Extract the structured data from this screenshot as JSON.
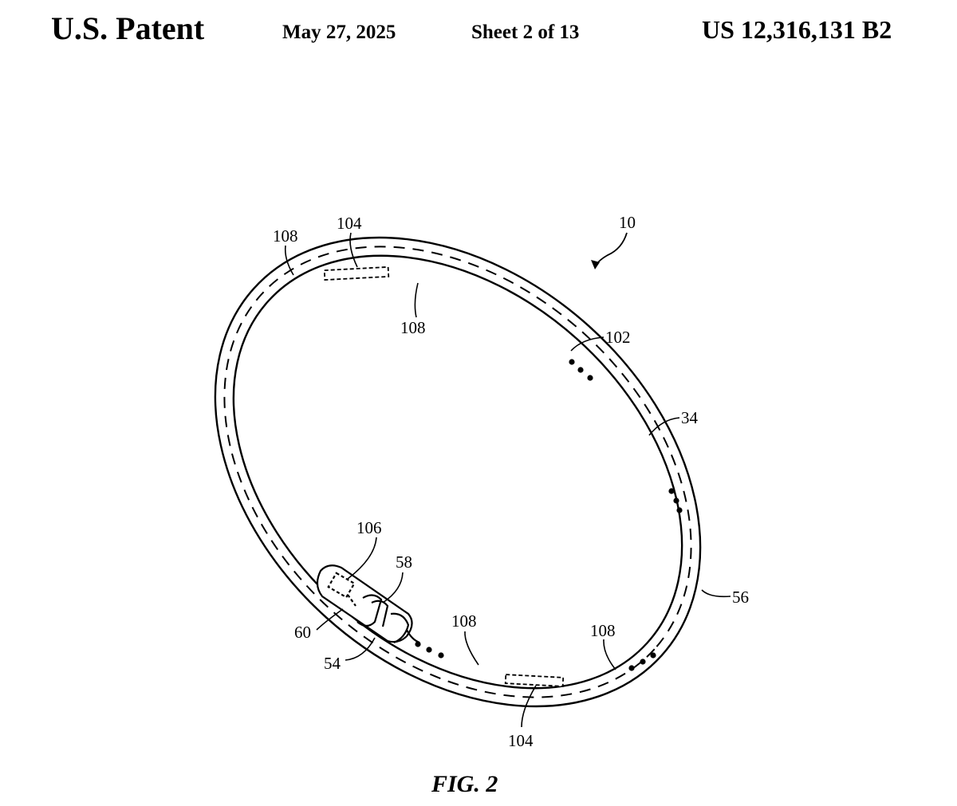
{
  "header": {
    "title": "U.S. Patent",
    "date": "May 27, 2025",
    "sheet": "Sheet 2 of 13",
    "patent_number": "US 12,316,131 B2"
  },
  "figure": {
    "caption": "FIG. 2",
    "reference_labels": {
      "device": "10",
      "top_left_108": "108",
      "top_104": "104",
      "top_inner_108": "108",
      "label_102": "102",
      "label_34": "34",
      "label_56": "56",
      "label_106": "106",
      "label_58": "58",
      "label_60": "60",
      "label_54": "54",
      "bottom_left_108": "108",
      "bottom_right_108": "108",
      "bottom_104": "104"
    }
  }
}
